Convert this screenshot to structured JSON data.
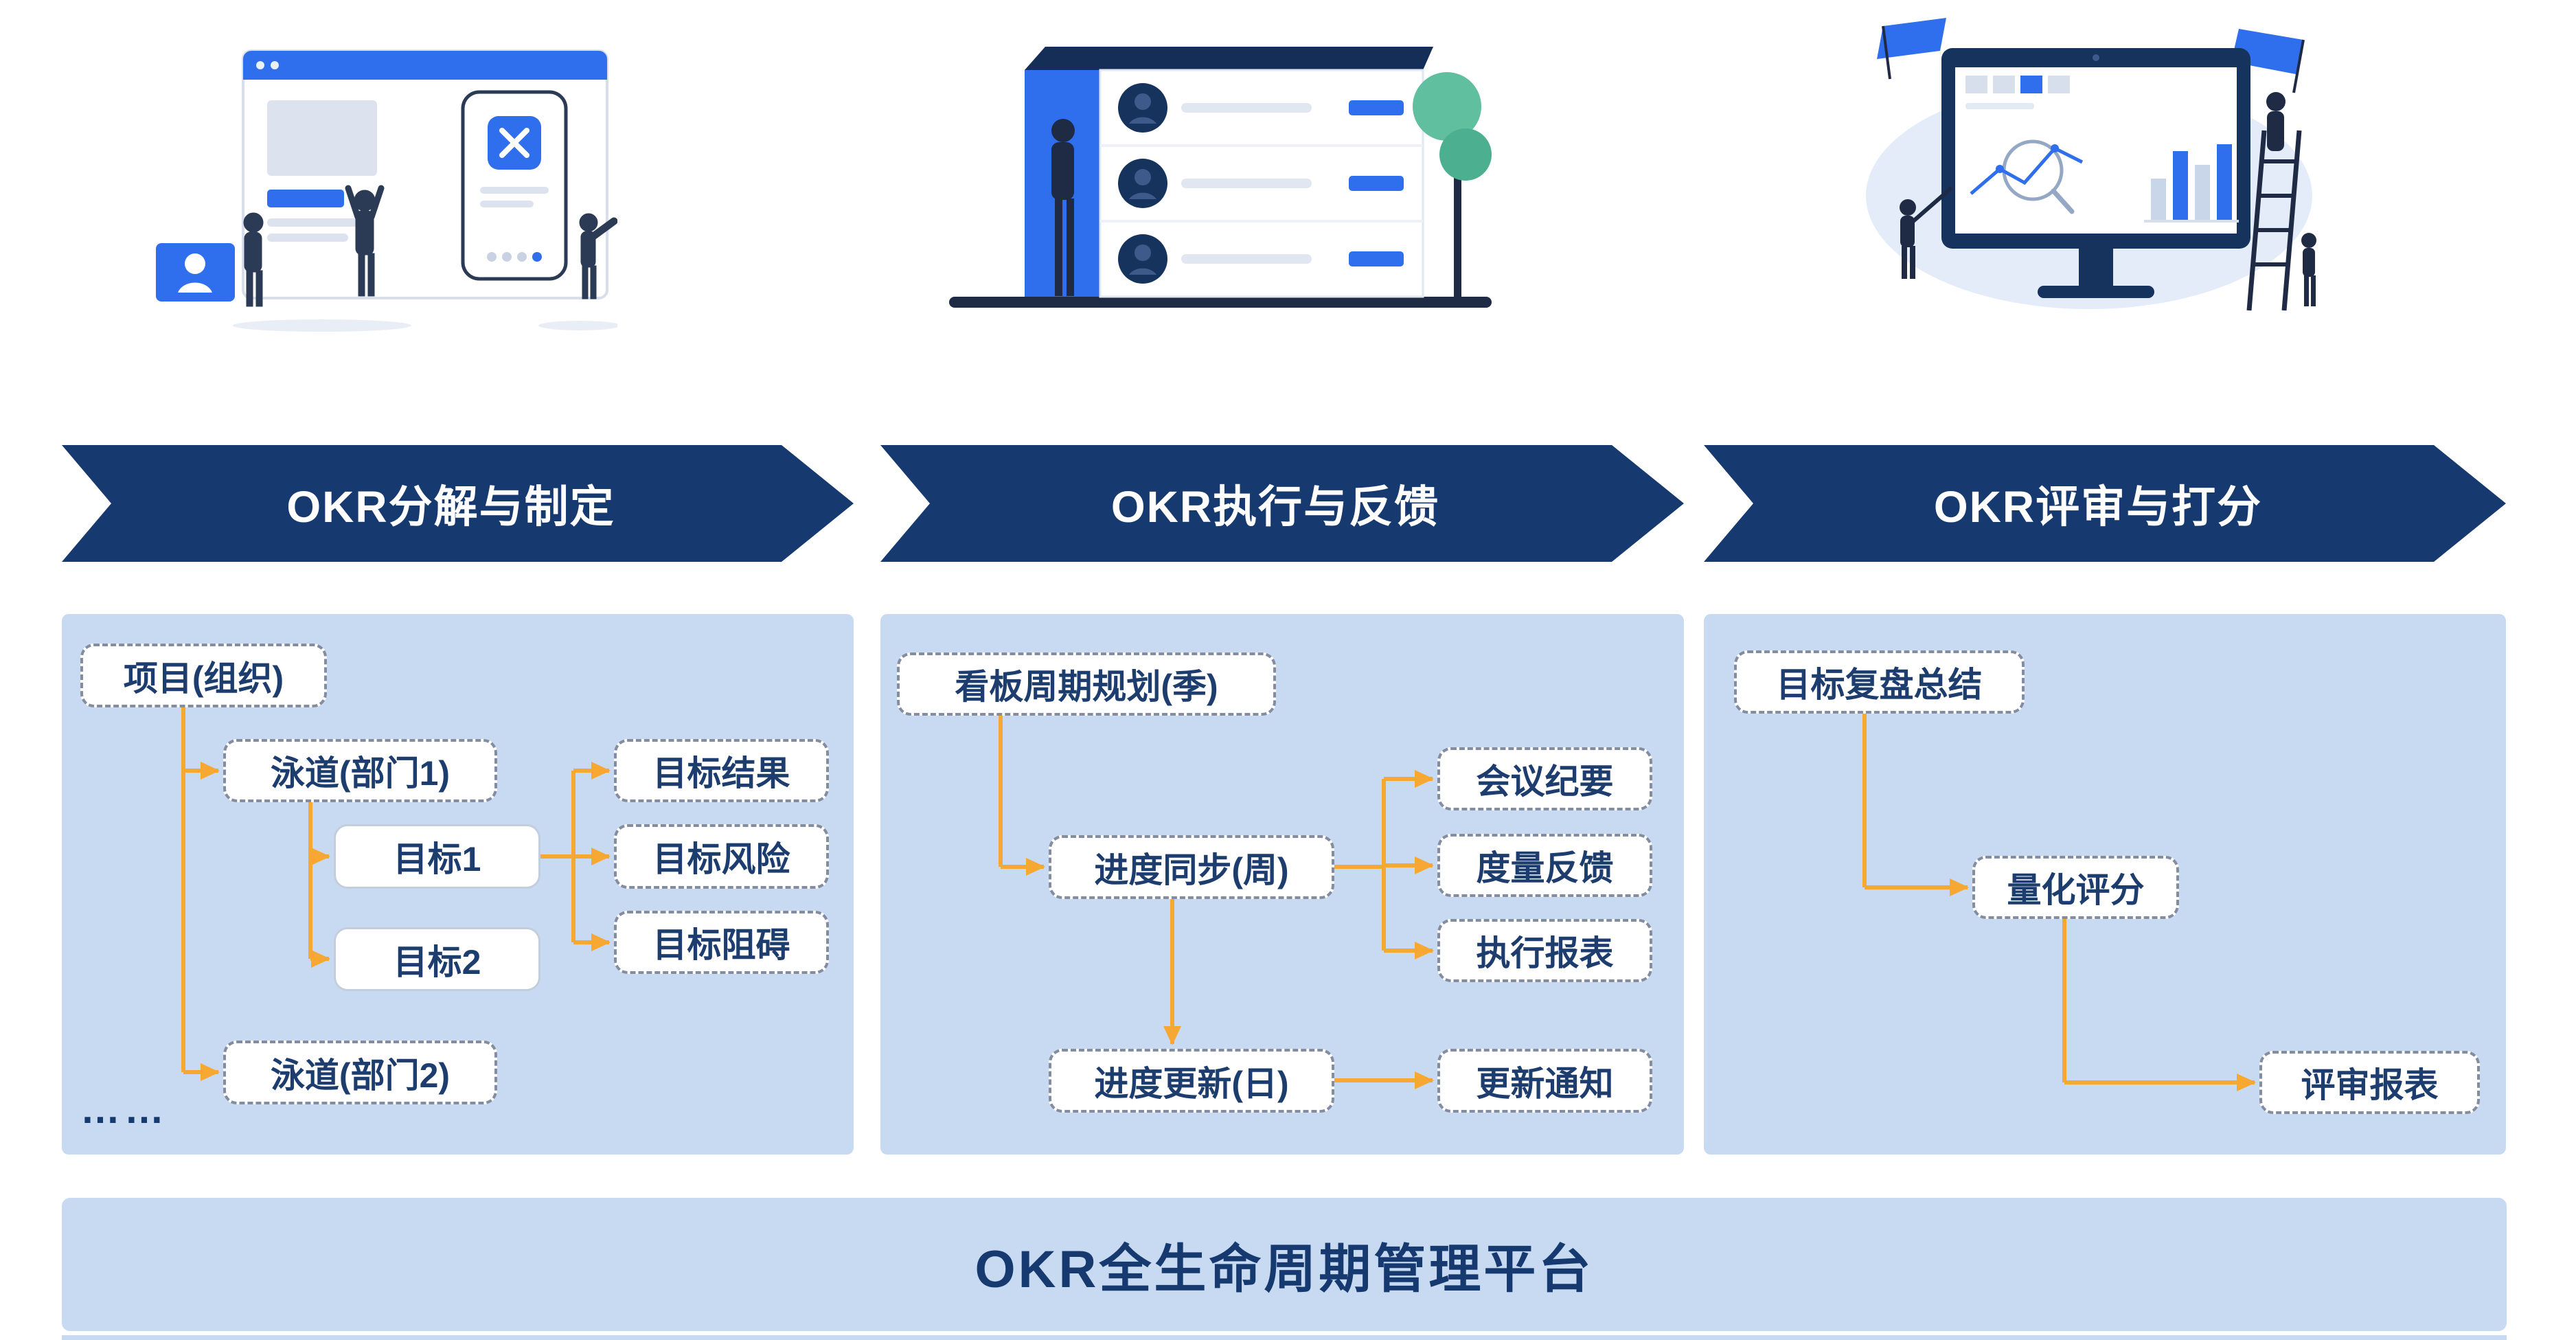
{
  "banners": [
    {
      "label": "OKR分解与制定"
    },
    {
      "label": "OKR执行与反馈"
    },
    {
      "label": "OKR评审与打分"
    }
  ],
  "flow1": {
    "project": "项目(组织)",
    "lane1": "泳道(部门1)",
    "goal1": "目标1",
    "goal2": "目标2",
    "result": "目标结果",
    "risk": "目标风险",
    "obstacle": "目标阻碍",
    "lane2": "泳道(部门2)",
    "more": "……"
  },
  "flow2": {
    "plan": "看板周期规划(季)",
    "sync": "进度同步(周)",
    "minutes": "会议纪要",
    "feedback": "度量反馈",
    "report": "执行报表",
    "update": "进度更新(日)",
    "notice": "更新通知"
  },
  "flow3": {
    "summary": "目标复盘总结",
    "score": "量化评分",
    "report": "评审报表"
  },
  "footer": {
    "label": "OKR全生命周期管理平台"
  },
  "illustrations": [
    {
      "name": "team-building-website-and-app"
    },
    {
      "name": "kanban-task-list-board"
    },
    {
      "name": "analytics-dashboard-monitor"
    }
  ],
  "colors": {
    "banner_navy": "#163a70",
    "panel_blue": "#c7daf1",
    "connector_orange": "#f6a832",
    "text_navy": "#1c3d6e",
    "accent_blue": "#2f6fed",
    "illustration_dark": "#1f2a44",
    "tree_green": "#5fbf9f",
    "white": "#ffffff"
  }
}
